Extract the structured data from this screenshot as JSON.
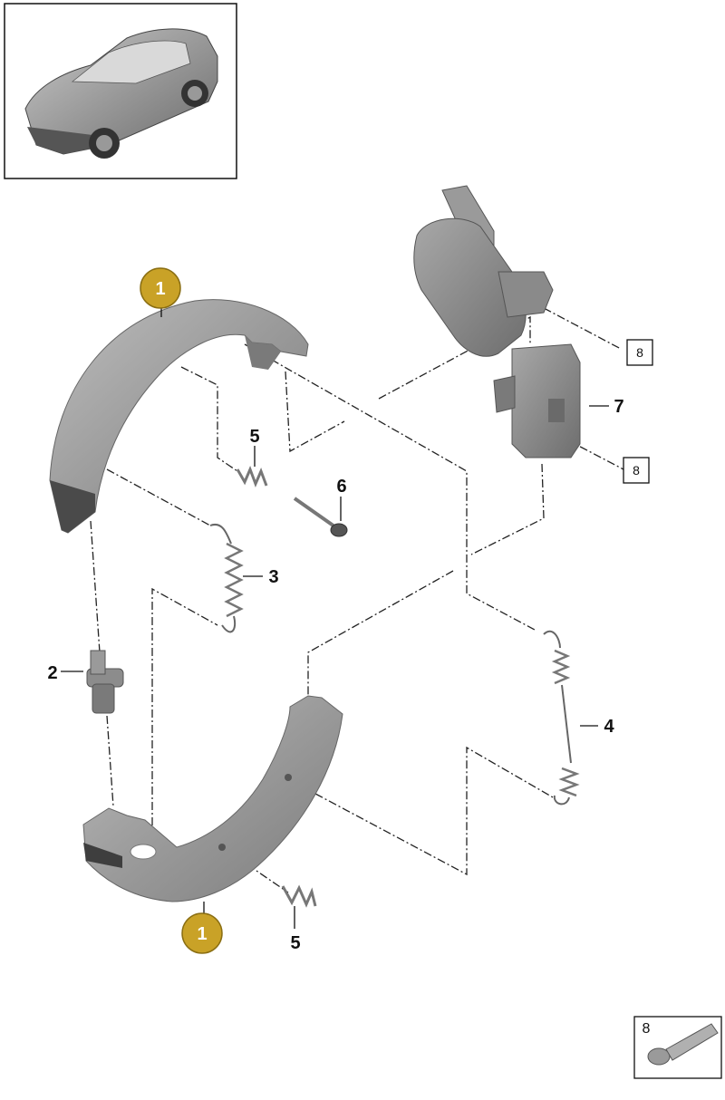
{
  "parts": {
    "shoe_upper": "1",
    "shoe_lower": "1",
    "adjuster": "2",
    "spring_short": "3",
    "spring_long": "4",
    "hold_spring_upper": "5",
    "hold_spring_lower": "5",
    "hold_pin": "6",
    "actuator": "7",
    "bolt_ref_a": "8",
    "bolt_ref_b": "8",
    "inset_bolt": "8"
  },
  "colors": {
    "badge": "#c9a227",
    "part_gray": "#8e8e8e",
    "part_light": "#b5b5b5"
  }
}
